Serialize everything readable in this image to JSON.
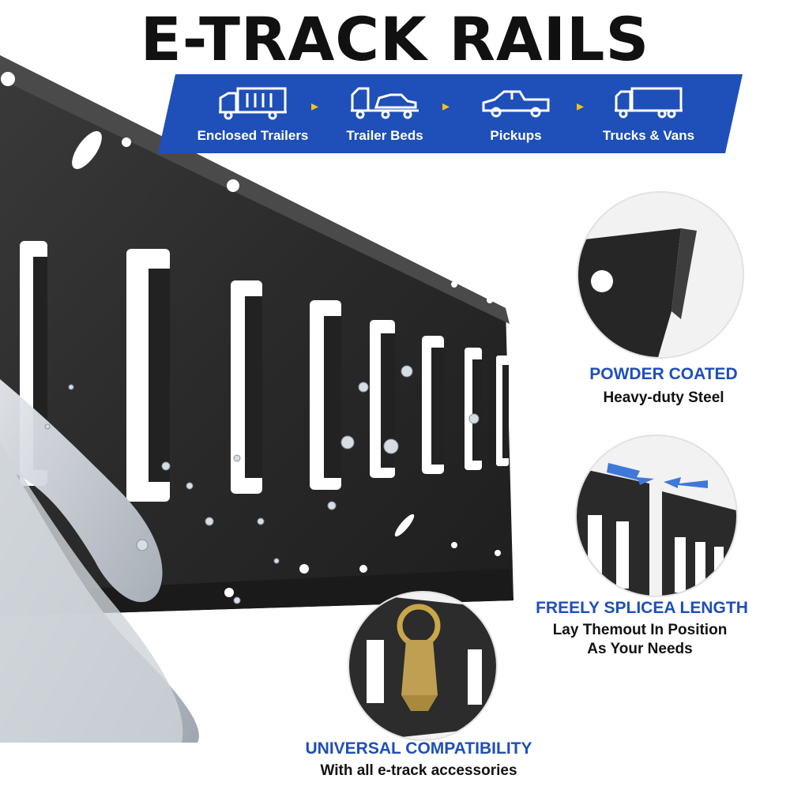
{
  "title": "E-TRACK RAILS DETAILS",
  "colors": {
    "banner": "#1f4fb8",
    "accent": "#f5c21b",
    "rail": "#2b2b2b"
  },
  "vehicles": [
    {
      "label": "Enclosed Trailers",
      "icon": "enclosed-trailer-icon"
    },
    {
      "label": "Trailer Beds",
      "icon": "trailer-bed-icon"
    },
    {
      "label": "Pickups",
      "icon": "pickup-icon"
    },
    {
      "label": "Trucks & Vans",
      "icon": "truck-van-icon"
    }
  ],
  "features": {
    "powder": {
      "title": "POWDER COATED",
      "sub": "Heavy-duty Steel"
    },
    "splice": {
      "title": "FREELY SPLICEA LENGTH",
      "line1": "Lay Themout In Position",
      "line2": "As Your Needs"
    },
    "compat": {
      "title": "UNIVERSAL COMPATIBILITY",
      "sub": "With all e-track accessories"
    }
  }
}
